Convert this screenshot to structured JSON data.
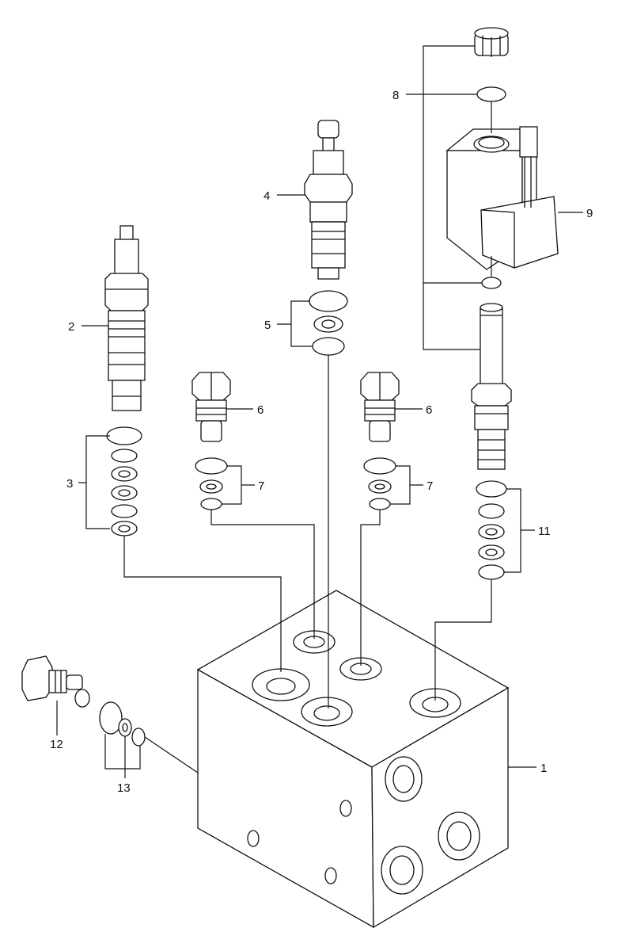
{
  "callouts": {
    "c1": "1",
    "c2": "2",
    "c3": "3",
    "c4": "4",
    "c5": "5",
    "c6a": "6",
    "c6b": "6",
    "c7a": "7",
    "c7b": "7",
    "c8": "8",
    "c9": "9",
    "c11": "11",
    "c12": "12",
    "c13": "13"
  }
}
